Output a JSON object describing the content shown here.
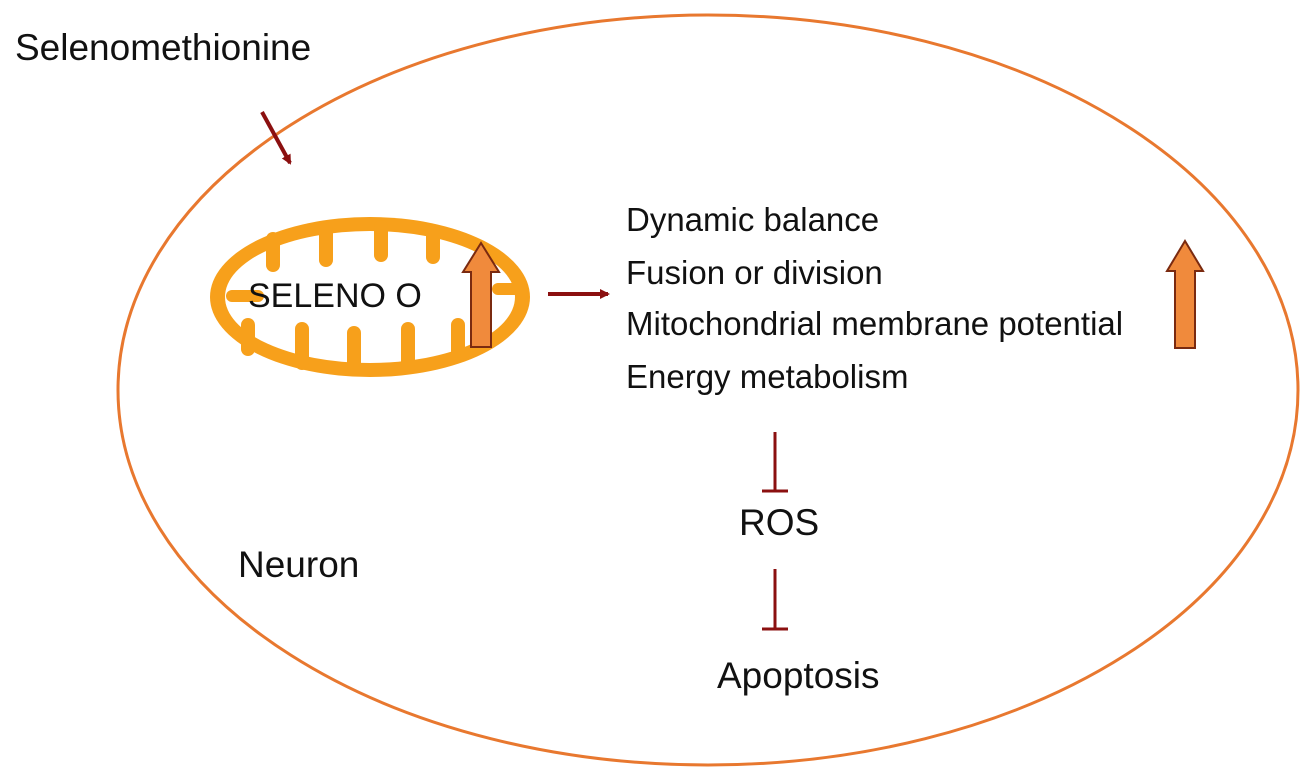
{
  "labels": {
    "input_compound": "Selenomethionine",
    "cell": "Neuron",
    "protein": "SELENO O",
    "effects": [
      "Dynamic balance",
      "Fusion or division",
      "Mitochondrial membrane potential",
      "Energy metabolism"
    ],
    "ros": "ROS",
    "outcome": "Apoptosis"
  },
  "colors": {
    "cell_membrane": "#E8782F",
    "mitochondrion": "#F7A01B",
    "arrow": "#8B1010",
    "up_arrow_fill": "#F08A3C",
    "up_arrow_stroke": "#7A2A10",
    "text": "#111111"
  }
}
